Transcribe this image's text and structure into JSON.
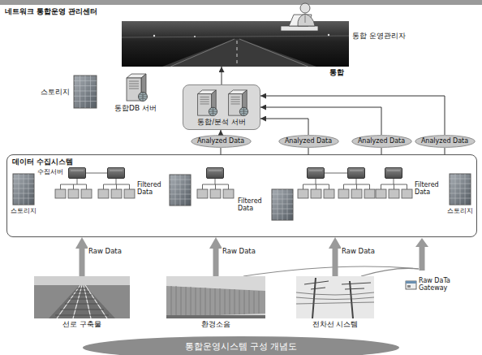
{
  "diagram": {
    "caption": "통합운영시스템 구성 개념도",
    "nodes": [
      {
        "text": [
          "통합"
        ]
      },
      {
        "text": [
          "스토리지"
        ]
      },
      {
        "text": [
          "통합DB 서버"
        ]
      },
      {
        "text": [
          "통합/분석 서버"
        ]
      },
      {
        "text": [
          "Analyzed Data"
        ]
      },
      {
        "text": [
          "Analyzed Data"
        ]
      },
      {
        "text": [
          "Analyzed Data"
        ]
      },
      {
        "text": [
          "Analyzed Data"
        ]
      },
      {
        "text": [
          "데이터 수집시스템"
        ]
      },
      {
        "text": [
          "스토리지"
        ],
        "in": 8
      },
      {
        "text": [
          "스토리지"
        ],
        "in": 8
      },
      {
        "text": [
          "선로 구축물"
        ]
      },
      {
        "text": [
          "환경소음"
        ]
      },
      {
        "text": [
          "전차선 시스템"
        ]
      }
    ],
    "edges": [
      {
        "from": 3,
        "to": 0,
        "arrow": "to"
      },
      {
        "from": 4,
        "to": 3,
        "arrow": "to"
      },
      {
        "from": 5,
        "to": 3,
        "arrow": "to"
      },
      {
        "from": 6,
        "to": 3,
        "arrow": "to"
      },
      {
        "from": 7,
        "to": 3,
        "arrow": "to"
      },
      {
        "from": 8,
        "to": 4,
        "arrow": "none"
      },
      {
        "from": 8,
        "to": 5,
        "arrow": "none"
      },
      {
        "from": 8,
        "to": 6,
        "arrow": "none"
      },
      {
        "from": 8,
        "to": 7,
        "arrow": "none"
      },
      {
        "from": 11,
        "to": 8,
        "arrow": "to",
        "label": "Raw Data"
      },
      {
        "from": 12,
        "to": 8,
        "arrow": "to",
        "label": "Raw Data"
      },
      {
        "from": 13,
        "to": 8,
        "arrow": "to",
        "label": "Raw Data"
      }
    ],
    "labels": [
      "네트워크 통합운영 관리센터",
      "통합 운영관리자",
      "수집서버",
      "Filtered Data",
      "Filtered Data",
      "Filtered Data"
    ],
    "legend": [
      {
        "text": "Raw DaTa Gateway"
      }
    ]
  }
}
